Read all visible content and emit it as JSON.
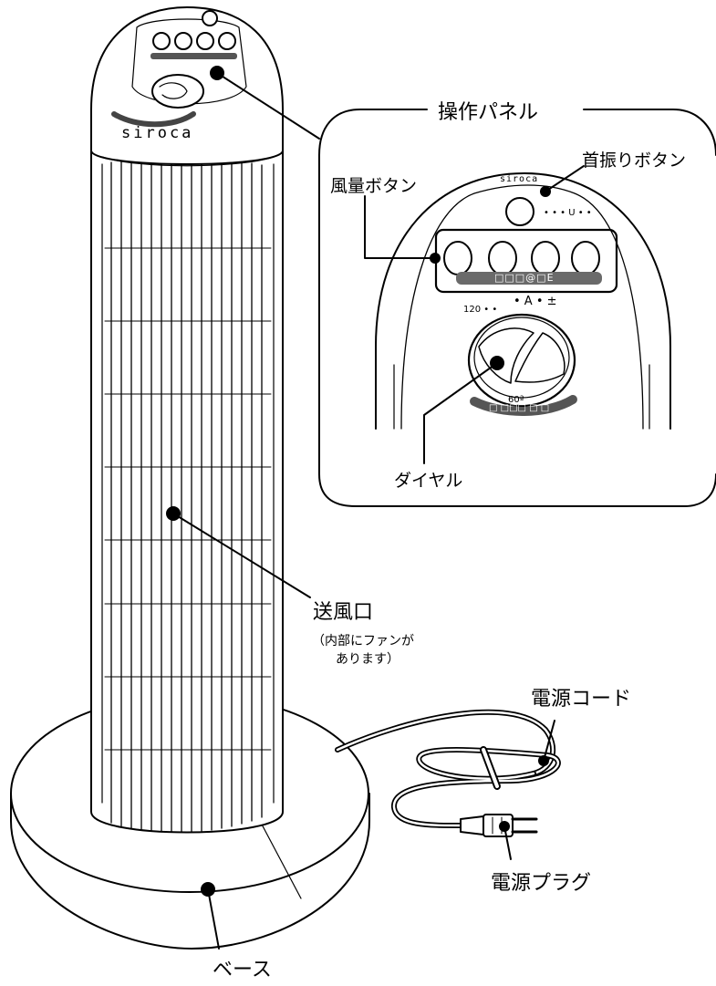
{
  "labels": {
    "panel_title": "操作パネル",
    "swing_button": "首振りボタン",
    "speed_button": "風量ボタン",
    "dial": "ダイヤル",
    "outlet": "送風口",
    "outlet_note_line1": "（内部にファンが",
    "outlet_note_line2": "あります）",
    "power_cord": "電源コード",
    "power_plug": "電源プラグ",
    "base": "ベース"
  },
  "device": {
    "brand": "siroca",
    "panel_brand": "siroca",
    "swing_mark": "• • • U • •",
    "button_strip": "□□□@□E",
    "dial_marks": "• A • ±",
    "dial_left": "120 • •",
    "dial_bottom": "60ª",
    "dial_strip": "□ □□□ □ □"
  }
}
